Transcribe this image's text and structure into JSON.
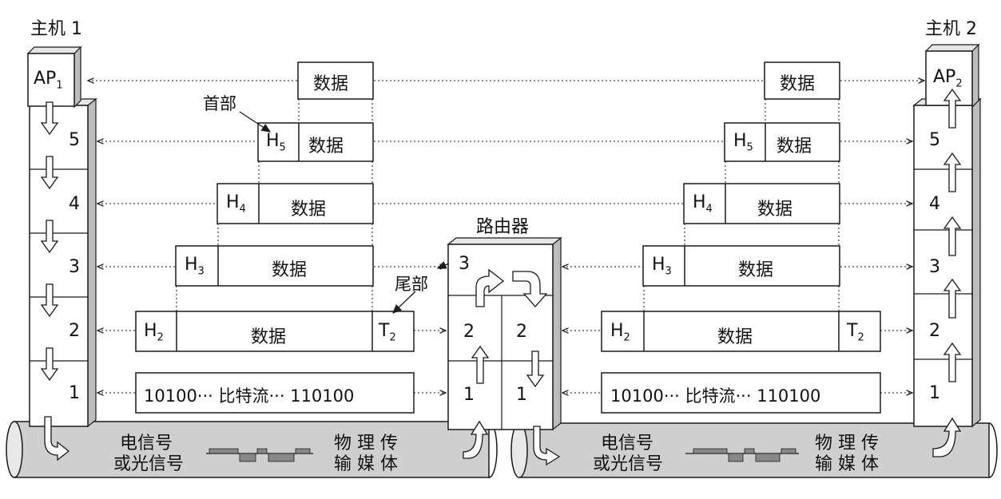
{
  "hosts": {
    "host1": {
      "title": "主机 1",
      "app": "AP",
      "app_sub": "1"
    },
    "host2": {
      "title": "主机 2",
      "app": "AP",
      "app_sub": "2"
    }
  },
  "router": {
    "title": "路由器"
  },
  "layer_numbers": [
    "5",
    "4",
    "3",
    "2",
    "1"
  ],
  "labels": {
    "header": "首部",
    "trailer": "尾部"
  },
  "pdu": {
    "data": "数据",
    "h5": "H",
    "h5_sub": "5",
    "h4": "H",
    "h4_sub": "4",
    "h3": "H",
    "h3_sub": "3",
    "h2": "H",
    "h2_sub": "2",
    "t2": "T",
    "t2_sub": "2",
    "bitstream": "10100··· 比特流··· 110100"
  },
  "medium": {
    "signal_line1": "电信号",
    "signal_line2": "或光信号",
    "medium_line1": "物 理 传",
    "medium_line2": "输 媒 体"
  },
  "colors": {
    "line": "#1a1a1a",
    "face": "#ffffff",
    "side": "#bdbdbd",
    "top": "#e6e6e6",
    "cable": "#cfcfcf",
    "signal": "#888888"
  }
}
